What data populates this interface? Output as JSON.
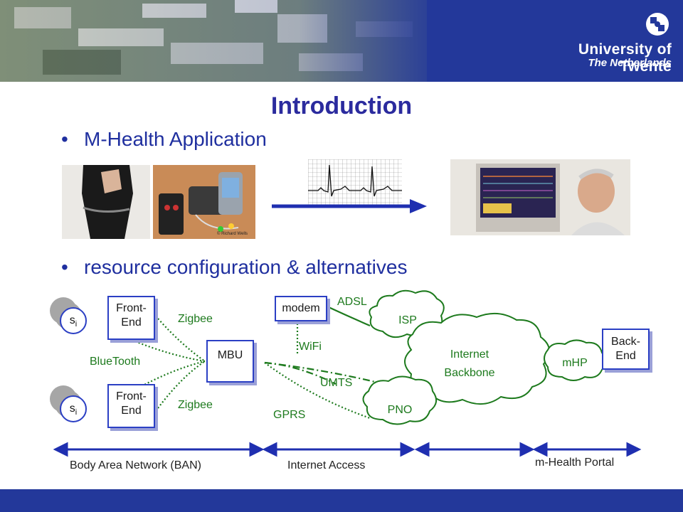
{
  "header": {
    "university": "University of Twente",
    "country": "The Netherlands"
  },
  "slide": {
    "title": "Introduction",
    "bullets": [
      "M-Health Application",
      "resource configuration & alternatives"
    ],
    "bullet_char": "•"
  },
  "photos": {
    "credit": "© Richard Wells"
  },
  "diagram": {
    "sensors": [
      {
        "label_base": "s",
        "label_sub": "i"
      },
      {
        "label_base": "s",
        "label_sub": "i"
      }
    ],
    "front_ends": [
      {
        "line1": "Front-",
        "line2": "End"
      },
      {
        "line1": "Front-",
        "line2": "End"
      }
    ],
    "mbu": "MBU",
    "modem": "modem",
    "back_end": {
      "line1": "Back-",
      "line2": "End"
    },
    "clouds": {
      "isp": "ISP",
      "backbone_line1": "Internet",
      "backbone_line2": "Backbone",
      "pno": "PNO",
      "mhp": "mHP"
    },
    "links": {
      "zigbee_top": "Zigbee",
      "zigbee_bottom": "Zigbee",
      "bluetooth": "BlueTooth",
      "adsl": "ADSL",
      "wifi": "WiFi",
      "umts": "UMTS",
      "gprs": "GPRS"
    },
    "segments": {
      "ban": "Body Area Network  (BAN)",
      "internet_access": "Internet Access",
      "portal": "m-Health Portal"
    }
  },
  "colors": {
    "title": "#2b2b9e",
    "banner_blue": "#23389a",
    "node_border": "#2b3fc4",
    "link_green": "#1d7a1d",
    "arrow": "#1f2fb0"
  }
}
